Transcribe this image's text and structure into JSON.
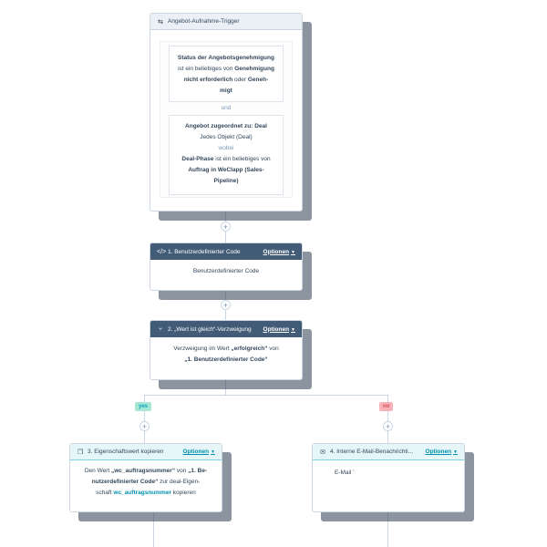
{
  "trigger": {
    "title": "Angebot-Aufnahme-Trigger",
    "cond1": {
      "line1": "Status der Angebotsgenehmigung",
      "line2": "ist ein beliebiges von Genehmigung",
      "line3": "nicht erforderlich oder Geneh-",
      "line4": "migt"
    },
    "joiner": "und",
    "cond2": {
      "line1": "Angebot zugeordnet zu: Deal",
      "line2": "Jedes Objekt (Deal)",
      "wobei": "wobei",
      "line3": "Deal-Phase ist ein beliebiges von",
      "line4": "Auftrag in WeClapp (Sales-",
      "line5": "Pipeline)"
    }
  },
  "step1": {
    "title": "1. Benutzerdefinierter Code",
    "options": "Optionen",
    "body": "Benutzerdefinierter Code"
  },
  "step2": {
    "title": "2. „Wert ist gleich“-Verzweigung",
    "options": "Optionen",
    "pre": "Verzweigung im Wert ",
    "value": "„erfolgreich“",
    "mid": " von",
    "ref": "„1. Benutzerdefinierter Code“"
  },
  "branches": {
    "yes": "yes",
    "no": "no"
  },
  "step3": {
    "title": "3. Eigenschaftswert kopieren",
    "options": "Optionen",
    "l1a": "Den Wert ",
    "l1b": "„wc_auftragsnummer“",
    "l1c": " von ",
    "l1d": "„1. Be-",
    "l2a": "nutzerdefinierter Code“",
    "l2b": " zur deal-Eigen-",
    "l3a": "schaft ",
    "l3b": "wc_auftragsnummer",
    "l3c": " kopieren"
  },
  "step4": {
    "title": "4. Interne E-Mail-Benachrichti...",
    "options": "Optionen",
    "body": "E-Mail ʼ"
  },
  "colors": {
    "dark_header": "#425b76",
    "teal_header": "#e5f5f8",
    "link": "#0091ae",
    "yes_tag": "#a8e6d6",
    "no_tag": "#f8b3b8"
  }
}
